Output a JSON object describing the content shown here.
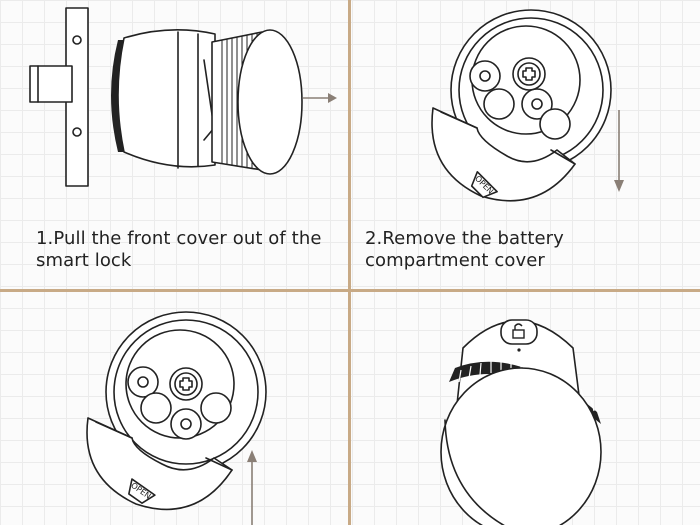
{
  "steps": [
    {
      "caption": "1.Pull the front cover out of the smart lock"
    },
    {
      "caption": "2.Remove the battery compartment cover"
    }
  ],
  "open_label": "OPEN",
  "icons": [
    "lock-icon",
    "screw-icon",
    "arrow-right-icon",
    "arrow-down-icon",
    "arrow-up-icon"
  ],
  "colors": {
    "divider": "#c8aa86",
    "arrow": "#8a7f76",
    "line": "#222222"
  }
}
